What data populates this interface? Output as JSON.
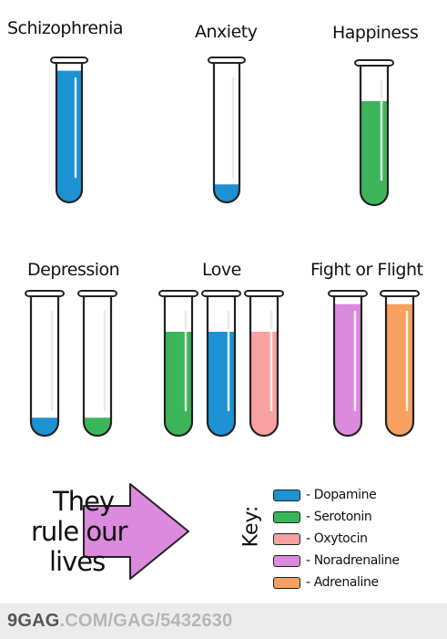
{
  "titles": {
    "schizophrenia": "Schizophrenia",
    "anxiety": "Anxiety",
    "happiness": "Happiness",
    "depression": "Depression",
    "love": "Love",
    "fight_or_flight": "Fight or Flight"
  },
  "colors": {
    "dopamine": "#1d92d3",
    "serotonin": "#3cb55a",
    "oxytocin": "#f7a1a1",
    "noradrenaline": "#dc8ade",
    "adrenaline": "#f7a060",
    "outline": "#222222"
  },
  "tube_levels": {
    "schizophrenia_dopamine": 0.95,
    "anxiety_dopamine": 0.13,
    "happiness_serotonin": 0.75,
    "depression_dopamine": 0.13,
    "depression_serotonin": 0.13,
    "love_serotonin": 0.75,
    "love_dopamine": 0.75,
    "love_oxytocin": 0.75,
    "fight_noradrenaline": 0.95,
    "fight_adrenaline": 0.95
  },
  "arrow": {
    "line1": "They",
    "line2": "rule our",
    "line3": "lives",
    "color": "#dc8ade"
  },
  "key": {
    "title": "Key:",
    "items": [
      "- Dopamine",
      "- Serotonin",
      "- Oxytocin",
      "- Noradrenaline",
      "- Adrenaline"
    ]
  },
  "footer": {
    "brand": "9GAG",
    "url": ".COM/GAG/5432630"
  }
}
